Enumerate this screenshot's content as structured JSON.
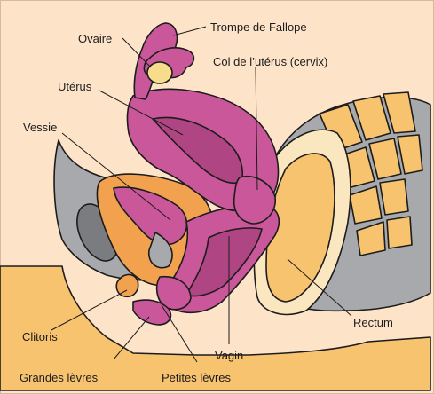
{
  "diagram": {
    "labels": {
      "trompe": "Trompe de Fallope",
      "ovaire": "Ovaire",
      "col": "Col de l’utérus (cervix)",
      "uterus": "Utérus",
      "vessie": "Vessie",
      "rectum": "Rectum",
      "clitoris": "Clitoris",
      "vagin": "Vagin",
      "grandes_levres": "Grandes lèvres",
      "petites_levres": "Petites lèvres"
    },
    "colors": {
      "background": "#fde4c9",
      "skin": "#f8c36f",
      "bladder_orange": "#f2a24e",
      "bone_gray": "#a7a9ac",
      "dark_gray": "#7a7c7f",
      "organ_pink": "#c9579a",
      "organ_pink_dark": "#b04583",
      "ovary_yellow": "#f7dc8c",
      "rectum_cream": "#fbe7bf"
    }
  }
}
